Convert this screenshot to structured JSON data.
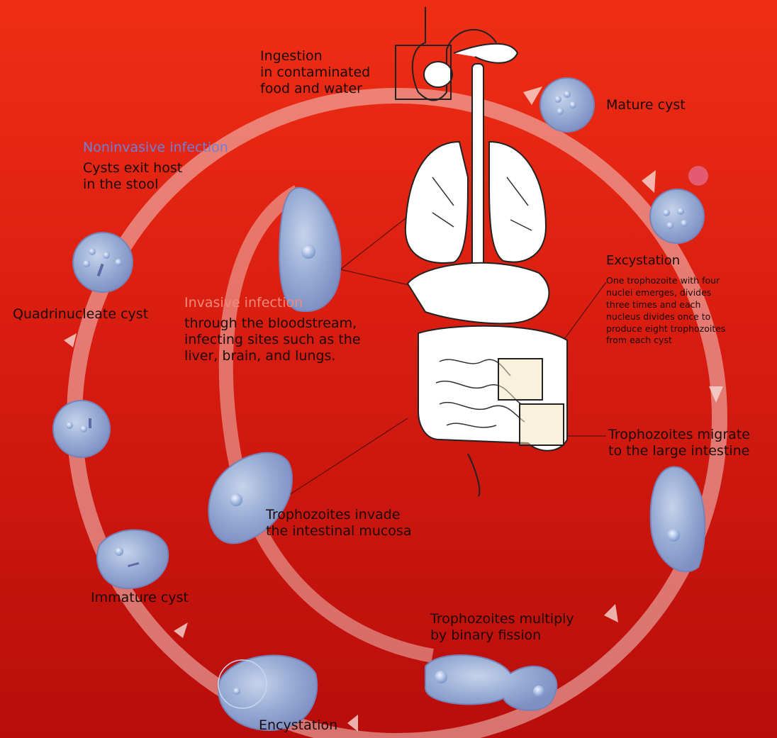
{
  "colors": {
    "background_top": "#ef2e14",
    "background_bottom": "#b80d0b",
    "cycle_arrow": "#f3c9c4",
    "cell_fill": "#9fb5d8",
    "organ_fill": "#ffffff",
    "noninvasive_heading": "#6e7fd6",
    "invasive_heading": "#f08a7a",
    "text": "#1a0a08"
  },
  "labels": {
    "ingestion": [
      "Ingestion",
      "in contaminated",
      "food and water"
    ],
    "mature_cyst": "Mature cyst",
    "noninvasive_heading": "Noninvasive infection",
    "noninvasive_body": [
      "Cysts exit host",
      "in the stool"
    ],
    "excystation_heading": "Excystation",
    "excystation_body": [
      "One trophozoite with four",
      "nuclei emerges, divides",
      "three times and each",
      "nucleus divides once to",
      "produce eight trophozoites",
      "from each cyst"
    ],
    "quadrinucleate_cyst": "Quadrinucleate cyst",
    "invasive_heading": "Invasive infection",
    "invasive_body": [
      "through the bloodstream,",
      "infecting sites such as the",
      "liver, brain, and lungs."
    ],
    "migrate": [
      "Trophozoites  migrate",
      "to the large intestine"
    ],
    "invade": [
      "Trophozoites invade",
      "the intestinal mucosa"
    ],
    "immature_cyst": "Immature cyst",
    "multiply": [
      "Trophozoites multiply",
      "by binary fission"
    ],
    "encystation": "Encystation"
  }
}
